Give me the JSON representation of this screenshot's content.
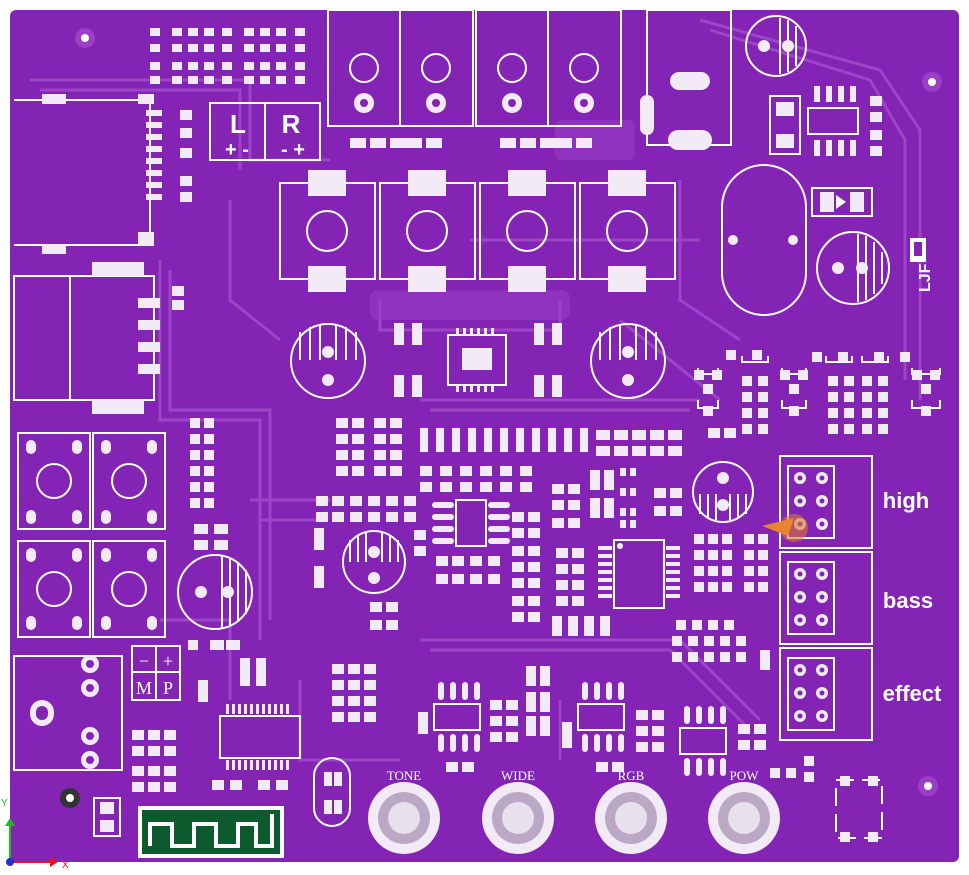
{
  "board": {
    "colors": {
      "substrate": "#8424b4",
      "substrate_light": "#9a3fc6",
      "trace": "#9b45c8",
      "pad": "#f2eaf6",
      "silk": "#ffffff",
      "hole": "#7a1fa8"
    }
  },
  "labels": {
    "left_channel": "L",
    "right_channel": "R",
    "left_polarity": "+ -",
    "right_polarity": "- +",
    "high": "high",
    "bass": "bass",
    "effect": "effect",
    "tone": "TONE",
    "wide": "WIDE",
    "rgb": "RGB",
    "pow": "POW",
    "m_key": "M",
    "p_key": "P",
    "minus_key": "−",
    "plus_key": "+",
    "logo": "LJF"
  },
  "axis_gizmo": {
    "x_label": "X",
    "y_label": "Y"
  }
}
